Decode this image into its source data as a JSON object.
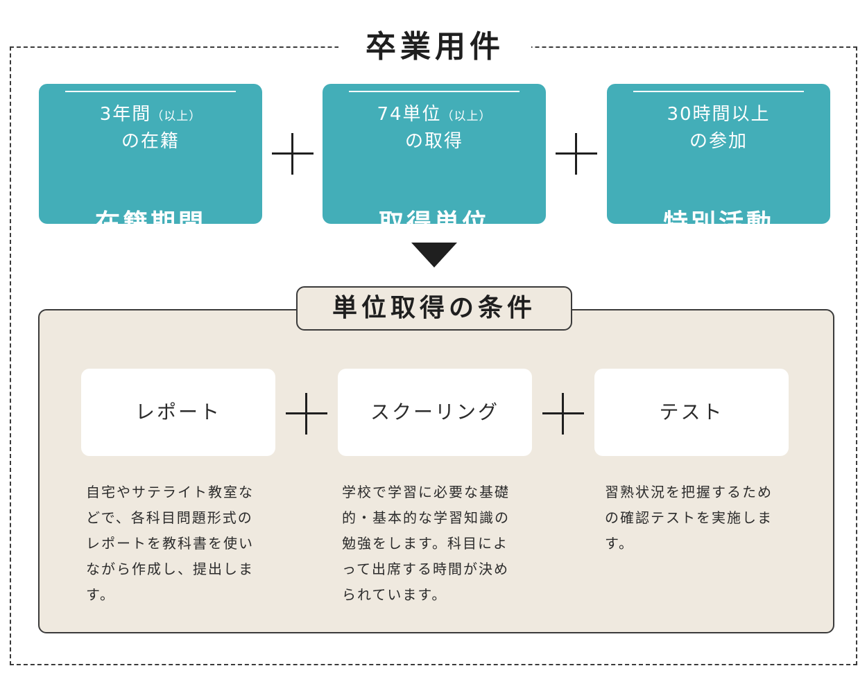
{
  "main_title": "卒業用件",
  "requirements": [
    {
      "title": "在籍期間",
      "desc_main": "3年間",
      "desc_small": "（以上）",
      "desc_line2": "の在籍"
    },
    {
      "title": "取得単位",
      "desc_main": "74単位",
      "desc_small": "（以上）",
      "desc_line2": "の取得"
    },
    {
      "title": "特別活動",
      "desc_main": "30時間以上",
      "desc_small": "",
      "desc_line2": "の参加"
    }
  ],
  "conditions": {
    "title": "単位取得の条件",
    "items": [
      {
        "label": "レポート",
        "desc": "自宅やサテライト教室などで、各科目問題形式のレポートを教科書を使いながら作成し、提出します。"
      },
      {
        "label": "スクーリング",
        "desc": "学校で学習に必要な基礎的・基本的な学習知識の勉強をします。科目によって出席する時間が決められています。"
      },
      {
        "label": "テスト",
        "desc": "習熟状況を把握するための確認テストを実施します。"
      }
    ]
  },
  "colors": {
    "teal": "#43aeb8",
    "beige": "#efe9df",
    "ink": "#1f1f1f"
  }
}
